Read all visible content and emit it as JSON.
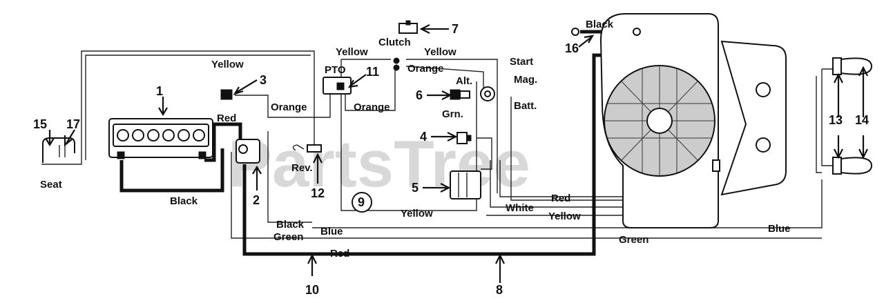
{
  "watermark": "PartsTree",
  "callouts": {
    "c1": "1",
    "c2": "2",
    "c3": "3",
    "c4": "4",
    "c5": "5",
    "c6": "6",
    "c7": "7",
    "c8": "8",
    "c9": "9",
    "c10": "10",
    "c11": "11",
    "c12": "12",
    "c13": "13",
    "c14": "14",
    "c15": "15",
    "c16": "16",
    "c17": "17"
  },
  "labels": {
    "seat": "Seat",
    "pto": "PTO",
    "clutch": "Clutch",
    "rev": "Rev.",
    "start": "Start",
    "mag": "Mag.",
    "alt": "Alt.",
    "batt": "Batt.",
    "grn": "Grn."
  },
  "wires": {
    "yellow_top": "Yellow",
    "yellow_clutch_left": "Yellow",
    "yellow_clutch_right": "Yellow",
    "orange_switch": "Orange",
    "orange_pto": "Orange",
    "orange_clutch": "Orange",
    "red_battery": "Red",
    "black_battery": "Black",
    "black_engine": "Black",
    "black_lower": "Black",
    "blue_lower": "Blue",
    "green_lower": "Green",
    "red_bottom": "Red",
    "yellow_bottom": "Yellow",
    "white": "White",
    "red_right": "Red",
    "yellow_right": "Yellow",
    "blue_right": "Blue",
    "green_right": "Green"
  }
}
